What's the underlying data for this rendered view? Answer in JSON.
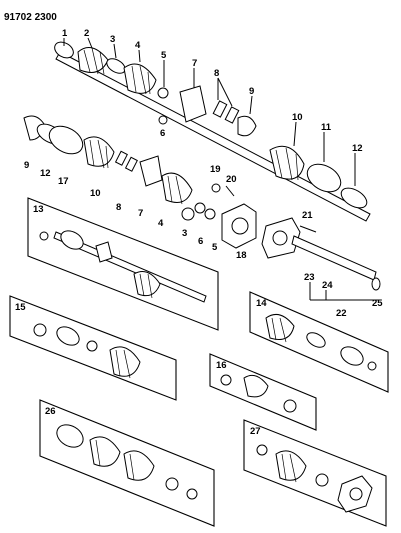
{
  "doc_number": "91702 2300",
  "callouts": {
    "c1": "1",
    "c2": "2",
    "c3": "3",
    "c4": "4",
    "c5": "5",
    "c6": "6",
    "c7": "7",
    "c8": "8",
    "c9": "9",
    "c10": "10",
    "c11": "11",
    "c12": "12",
    "c17": "17",
    "c18": "18",
    "c19": "19",
    "c20": "20",
    "c21": "21",
    "c22": "22",
    "c23": "23",
    "c24": "24",
    "c25": "25"
  },
  "kits": {
    "k13": "13",
    "k14": "14",
    "k15": "15",
    "k16": "16",
    "k26": "26",
    "k27": "27"
  }
}
